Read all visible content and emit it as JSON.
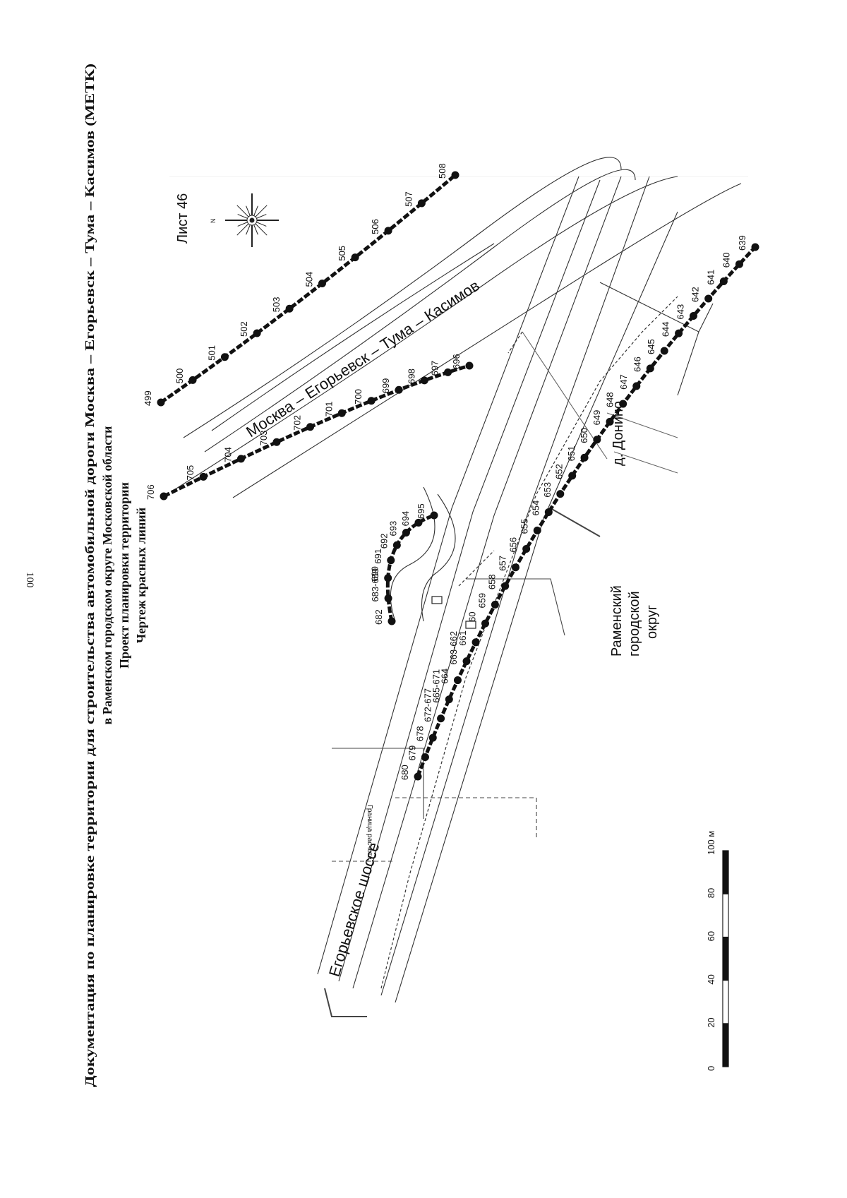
{
  "page_number": "100",
  "header": {
    "line1": "Документация по планировке территории для строительства автомобильной дороги Москва – Егорьевск – Тума – Касимов (МЕТК)",
    "line2": "в Раменском городском округе Московской области",
    "line3": "Проект планировки территории",
    "line4": "Чертеж красных линий"
  },
  "sheet_label": "Лист 46",
  "compass_letter": "N",
  "map_labels": {
    "road_metk": "Москва – Егорьевск – Тума – Касимов",
    "egorievskoe": "Егорьевское шоссе",
    "donino": "д. Донино",
    "ramensky_1": "Раменский",
    "ramensky_2": "городской",
    "ramensky_3": "округ",
    "boundary": "Граница расчета"
  },
  "points": {
    "line_a": [
      "499",
      "500",
      "501",
      "502",
      "503",
      "504",
      "505",
      "506",
      "507",
      "508"
    ],
    "line_b": [
      "706",
      "705",
      "704",
      "703",
      "702",
      "701",
      "700",
      "699",
      "698",
      "697",
      "696"
    ],
    "loop": [
      "682",
      "683-689",
      "690",
      "691",
      "692",
      "693",
      "694",
      "695"
    ],
    "south": [
      "680",
      "679",
      "678",
      "672-677",
      "665-671",
      "664",
      "663-662",
      "661",
      "660",
      "659",
      "658",
      "657",
      "656",
      "655",
      "654",
      "653",
      "652",
      "651",
      "650",
      "649",
      "648",
      "647",
      "646",
      "645",
      "644",
      "643",
      "642",
      "641",
      "640",
      "639"
    ]
  },
  "scale_bar": {
    "ticks": [
      "0",
      "20",
      "40",
      "60",
      "80",
      "100 м"
    ]
  },
  "colors": {
    "ink": "#111111",
    "ink_light": "#555555",
    "gray": "#9a9a9a"
  }
}
